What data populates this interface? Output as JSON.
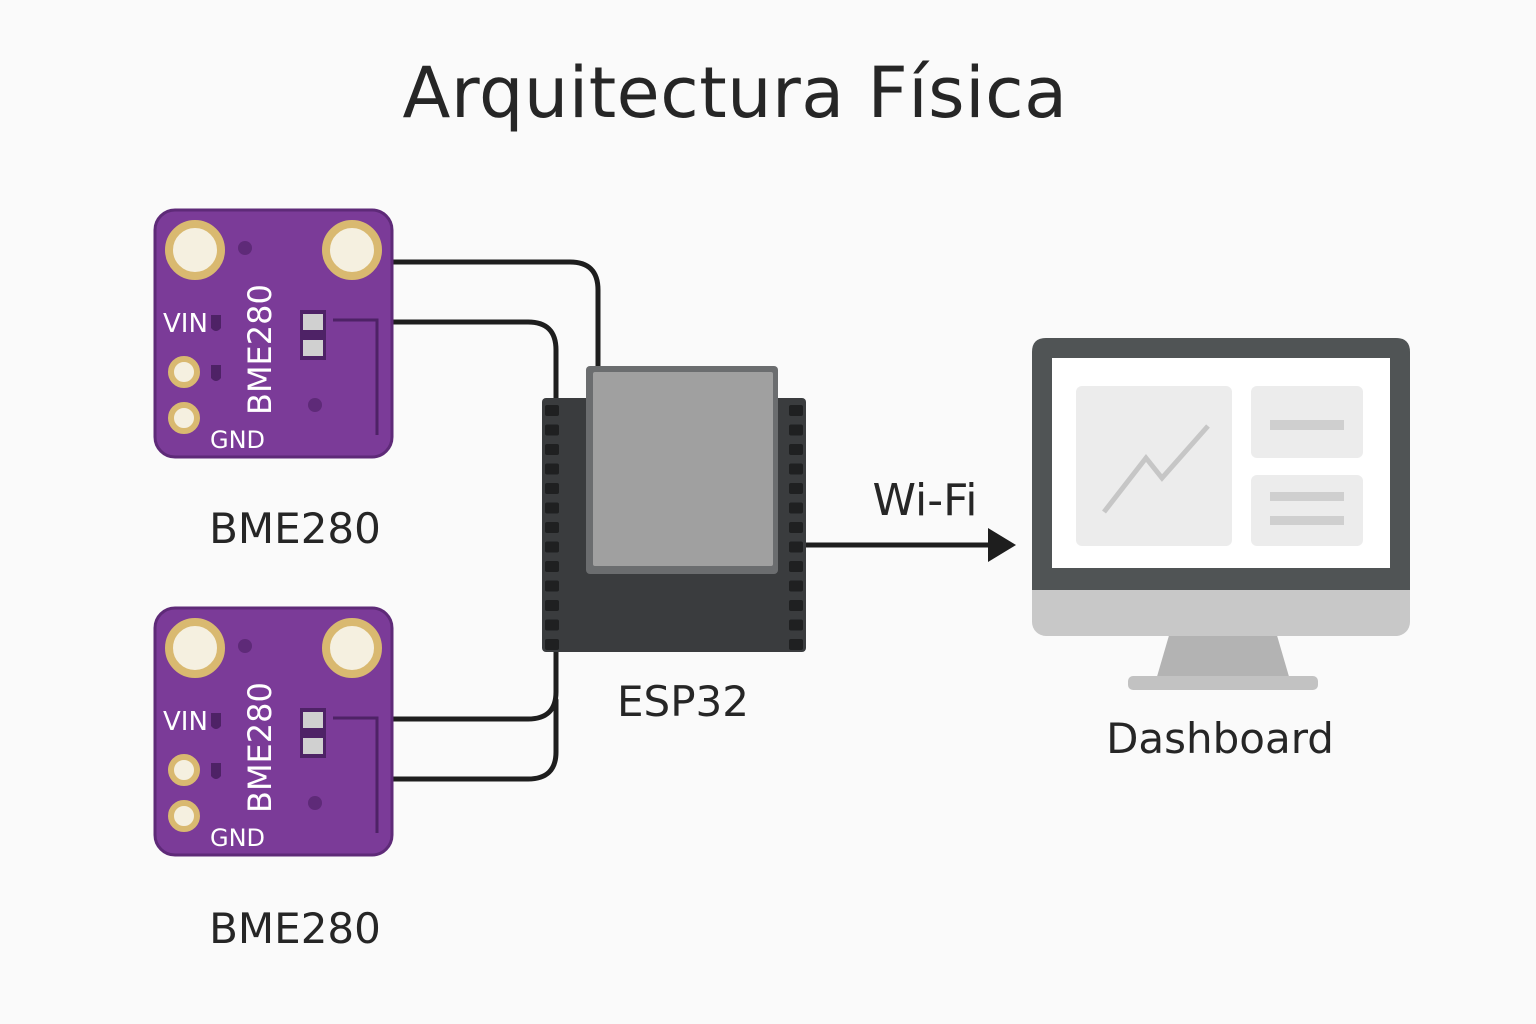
{
  "title": "Arquitectura Física",
  "sensors": [
    {
      "label": "BME280",
      "chip_text": "BME280",
      "pin_vin": "VIN",
      "pin_gnd": "GND"
    },
    {
      "label": "BME280",
      "chip_text": "BME280",
      "pin_vin": "VIN",
      "pin_gnd": "GND"
    }
  ],
  "mcu": {
    "label": "ESP32"
  },
  "link": {
    "label": "Wi-Fi"
  },
  "dashboard": {
    "label": "Dashboard"
  },
  "colors": {
    "pcb": "#7b3b98",
    "pcb_edge": "#5e2a78",
    "gold": "#d9b970",
    "chip": "#3a3c3e",
    "shield": "#9e9e9e",
    "monitor": "#505455",
    "wire": "#1e1e1e"
  }
}
